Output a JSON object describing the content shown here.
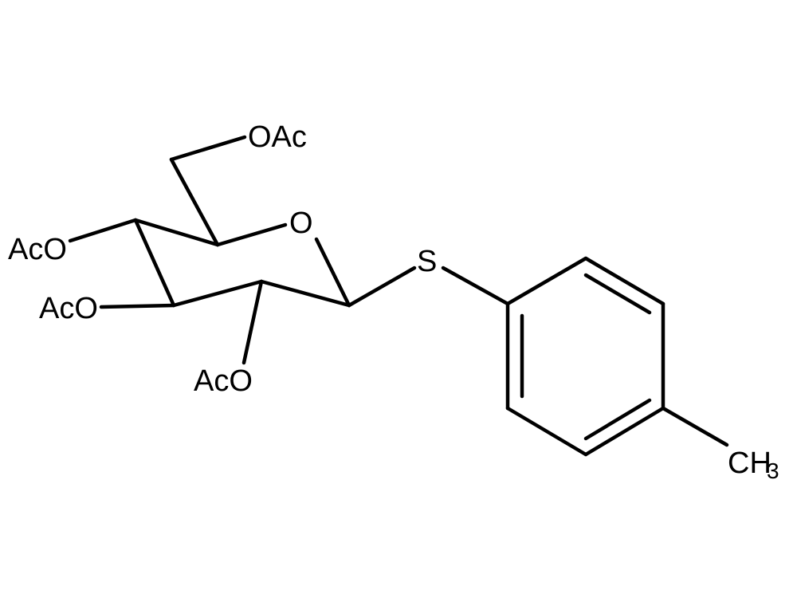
{
  "labels": {
    "oac_top": "OAc",
    "ring_o": "O",
    "aco_c4": "AcO",
    "aco_c3": "AcO",
    "aco_c2": "AcO",
    "sulfur": "S",
    "methyl_ch": "CH",
    "methyl_sub": "3"
  },
  "colors": {
    "background": "#ffffff",
    "ink": "#000000"
  }
}
